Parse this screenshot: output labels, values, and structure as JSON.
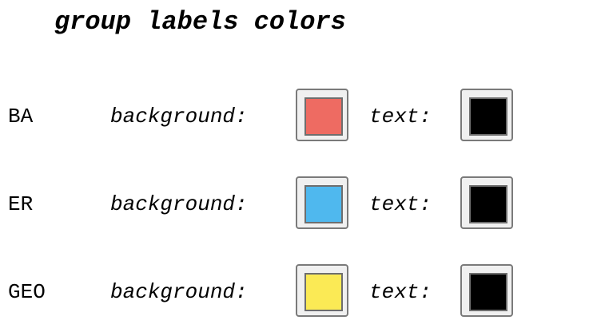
{
  "title": "group labels colors",
  "labels": {
    "background": "background:",
    "text": "text:"
  },
  "groups": [
    {
      "name": "BA",
      "background_color": "#ee6b62",
      "text_color": "#000000"
    },
    {
      "name": "ER",
      "background_color": "#4fb8ee",
      "text_color": "#000000"
    },
    {
      "name": "GEO",
      "background_color": "#fbea55",
      "text_color": "#000000"
    }
  ]
}
